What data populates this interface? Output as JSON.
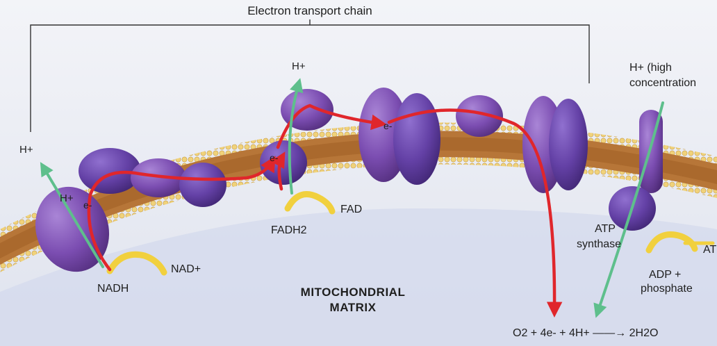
{
  "title": "Electron transport chain",
  "labels": {
    "h_plus_far_left": "H+",
    "h_plus_left_inner": "H+",
    "e_minus_c1": "e-",
    "nadh": "NADH",
    "nad_plus": "NAD+",
    "h_plus_top": "H+",
    "e_minus_c2": "e-",
    "fadh2": "FADH2",
    "fad": "FAD",
    "e_minus_mid": "e-",
    "h_plus_high_line1": "H+ (high",
    "h_plus_high_line2": "concentration",
    "atp_synthase_line1": "ATP",
    "atp_synthase_line2": "synthase",
    "atp_partial": "AT",
    "adp_line1": "ADP +",
    "adp_line2": "phosphate",
    "matrix_line1": "MITOCHONDRIAL",
    "matrix_line2": "MATRIX",
    "equation": "O2 + 4e- + 4H+ ——→ 2H2O"
  },
  "colors": {
    "membrane_head": "#efcd6a",
    "membrane_core": "#b7763a",
    "protein_purple": "#7d4fb2",
    "protein_dark": "#56307f",
    "electron_arrow": "#e0262b",
    "proton_arrow": "#5ebf8c",
    "carrier_yellow": "#f1d03e",
    "matrix_blue": "#cfd6ea"
  }
}
